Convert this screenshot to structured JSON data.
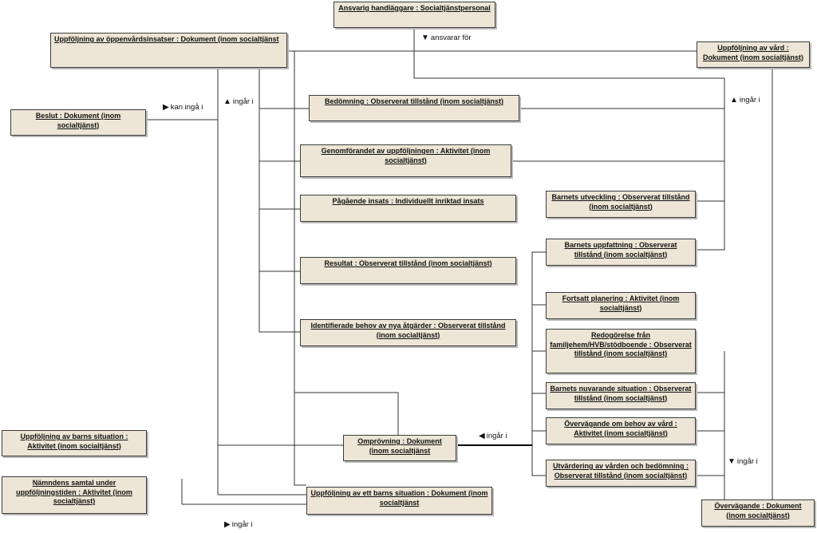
{
  "colors": {
    "box_fill": "#ede5d6",
    "box_border": "#3c3c3c",
    "line": "#333333"
  },
  "boxes": {
    "ansvarig": "Ansvarig handläggare : Socialtjänstpersonal",
    "oppenvard": "Uppföljning av öppenvårdsinsatser : Dokument (inom socialtjänst",
    "uppfoljning_vard": "Uppföljning av vård : Dokument (inom socialtjänst)",
    "beslut": "Beslut : Dokument (inom socialtjänst)",
    "bedomning": "Bedömning : Observerat tillstånd (inom socialtjänst)",
    "genomforandet": "Genomförandet av uppföljningen : Aktivitet (inom socialtjänst)",
    "pagaende": "Pågående insats : Individuellt inriktad insats",
    "resultat": "Resultat : Observerat tillstånd (inom socialtjänst)",
    "identifierade": "Identifierade behov av nya åtgärder : Observerat tillstånd (inom socialtjänst)",
    "barnets_utveckling": "Barnets utveckling : Observerat tillstånd (inom socialtjänst)",
    "barnets_uppfattning": "Barnets uppfattning : Observerat tillstånd (inom socialtjänst)",
    "fortsatt": "Fortsatt planering : Aktivitet (inom socialtjänst)",
    "redogorelse": "Redogörelse från familjehem/HVB/stödboende : Observerat tillstånd (inom socialtjänst)",
    "nuvarande": "Barnets nuvarande situation : Observerat tillstånd (inom socialtjänst)",
    "overvagande_behov": "Övervägande om behov av vård : Aktivitet (inom socialtjänst)",
    "utvardering": "Utvärdering av vården och bedömning : Observerat tillstånd (inom socialtjänst)",
    "omprovning": "Omprövning : Dokument (inom socialtjänst",
    "uppfoljning_barns_sit": "Uppföljning av barns situation : Aktivitet (inom socialtjänst)",
    "namndens": "Nämndens samtal under uppföljningstiden : Aktivitet (inom socialtjänst)",
    "uppfoljning_ett_barns": "Uppföljning av ett barns situation : Dokument (inom socialtjänst",
    "overvagande_dok": "Övervägande : Dokument (inom socialtjänst)"
  },
  "labels": {
    "ansvarar_for": "ansvarar för",
    "kan_inga_i": "kan ingå i",
    "ingar_i_left": "ingår i",
    "ingar_i_right_top": "ingår i",
    "ingar_i_middle": "ingår i",
    "ingar_i_right_bottom": "ingår i",
    "ingar_i_bottom": "ingår i"
  }
}
